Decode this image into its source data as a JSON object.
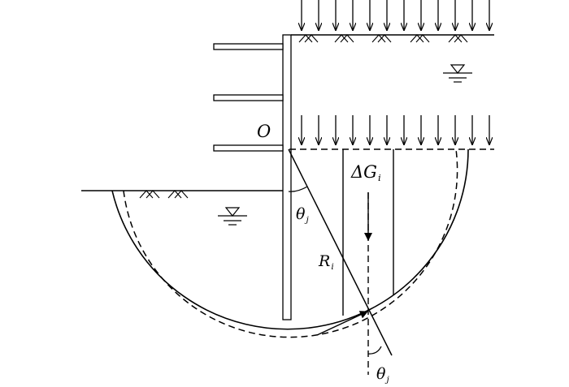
{
  "labels": {
    "origin": "O",
    "delta_g": {
      "main": "ΔG",
      "sub": "i"
    },
    "theta_upper": {
      "main": "θ",
      "sub": "j"
    },
    "radius": {
      "main": "R",
      "sub": "i"
    },
    "theta_lower": {
      "main": "θ",
      "sub": "j"
    }
  },
  "icons": {
    "water_table": "water-level-icon",
    "soil_hatch": "soil-hatch-icon",
    "load_arrow": "downward-load-arrow-icon"
  },
  "colors": {
    "stroke": "#000000",
    "background": "#ffffff"
  }
}
